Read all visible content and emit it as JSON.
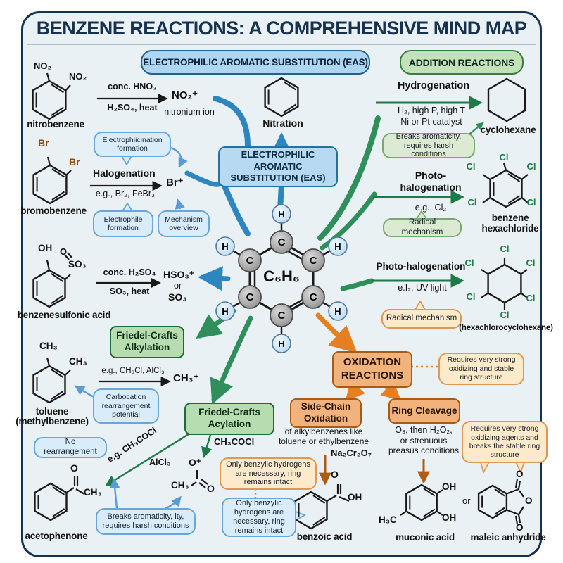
{
  "title": "BENZENE REACTIONS: A COMPREHENSIVE MIND MAP",
  "headers": {
    "eas": "ELECTROPHILIC AROMATIC SUBSTITUTION (EAS)",
    "addition": "ADDITION REACTIONS"
  },
  "center": {
    "eas_line1": "ELECTROPHILIC AROMATIC",
    "eas_line2": "SUBSTITUTION (EAS)",
    "nitration": "Nitration",
    "formula": "C₆H₆",
    "atom_c": "C",
    "atom_h": "H"
  },
  "nitration": {
    "reagent_top": "conc. HNO₃",
    "reagent_bottom": "H₂SO₄, heat",
    "product": "NO₂⁺",
    "product_note": "nitronium ion",
    "molecule": "nitrobenzene",
    "sub_top": "NO₂",
    "sub_right": "NO₂"
  },
  "halogenation": {
    "title": "Halogenation",
    "reagents": "e.g., Br₂, FeBr₃",
    "product": "Br⁺",
    "molecule": "bromobenzene",
    "sub_top": "Br",
    "sub_right": "Br",
    "bubble_formation": "Electrophiicination formation",
    "bubble_electrophile": "Electrophile formation",
    "bubble_mechanism": "Mechanism overview"
  },
  "sulfonation": {
    "reagent_top": "conc. H₂SO₄",
    "reagent_bottom": "SO₃, heat",
    "product_1": "HSO₃⁺",
    "or": "or",
    "product_2": "SO₃",
    "molecule": "benzenesulfonic acid",
    "sub_oh": "OH",
    "sub_o": "O",
    "sub_so3": "SO₃"
  },
  "alkylation": {
    "box_line1": "Friedel-Crafts",
    "box_line2": "Alkylation",
    "reagents": "e.g., CH₃Cl, AlCl₃",
    "product": "CH₃⁺",
    "molecule_line1": "toluene",
    "molecule_line2": "(methylbenzene)",
    "sub_top": "CH₃",
    "sub_right": "CH₃",
    "bubble_carbocation": "Carbocation rearrangement potential",
    "bubble_no_rearrangement": "No rearrangement"
  },
  "acylation": {
    "box_line1": "Friedel-Crafts",
    "box_line2": "Acylation",
    "diag_label": "e.g. CH₃COCl",
    "alcl3": "AlCl₃",
    "down_label": "CH₃COCl",
    "acylium_o": "O⁺",
    "acylium_ch3": "CH₃",
    "acylium_o2": "O",
    "molecule": "acetophenone",
    "molecule_o": "O",
    "molecule_ch3": "CH₃",
    "bubble_breaks": "Breaks aromaticity, ity, requires harsh conditions"
  },
  "hydrogenation": {
    "title": "Hydrogenation",
    "cond_line1": "H₂, high P, high T",
    "cond_line2": "Ni or Pt catalyst",
    "bubble": "Breaks aromaticity, requires harsh conditions",
    "product": "cyclohexane"
  },
  "photohalogenation1": {
    "title_line1": "Photo-",
    "title_line2": "halogenation",
    "reagents": "e.g., Cl₂",
    "bubble": "Radical mechanism",
    "product_line1": "benzene",
    "product_line2": "hexachloride",
    "cl": "Cl"
  },
  "photohalogenation2": {
    "title": "Photo-halogenation",
    "reagents": "e.I₂, UV light",
    "bubble": "Radical mechanism",
    "product": "(hexachlorocyclohexane)",
    "cl": "Cl"
  },
  "oxidation": {
    "box_line1": "OXIDATION",
    "box_line2": "REACTIONS",
    "bubble": "Requires very strong oxidizing and stable ring structure"
  },
  "side_chain": {
    "box_line1": "Side-Chain",
    "box_line2": "Oxidation",
    "desc_line1": "of alkylbenzenes like",
    "desc_line2": "toluene or ethylbenzene",
    "reagent": "Na₂Cr₂O₇",
    "bubble_orange": "Only benzylic hydrogens are necessary, ring remains intact",
    "bubble_blue": "Only benzylic hydrogens are necessary, ring remains intact",
    "product": "benzoic acid",
    "o": "O",
    "oh": "OH"
  },
  "ring_cleavage": {
    "box": "Ring Cleavage",
    "cond_line1": "O₃, then H₂O₂,",
    "cond_line2": "or strenuous",
    "cond_line3": "preasus conditions",
    "bubble": "Requires very strong oxidizing agents and breaks the stable ring structure",
    "product_1": "muconic acid",
    "or": "or",
    "product_2": "maleic anhydride",
    "oh_top": "OH",
    "oh_bottom": "OH",
    "h3c": "H₃C",
    "o_top": "O",
    "o_mid": "O",
    "o_bottom": "O"
  },
  "colors": {
    "navy": "#16324f",
    "blue": "#2e86c1",
    "green": "#1e7a46",
    "orange": "#e67e22",
    "bromine": "#8a4a10",
    "chlorine": "#1e7a46"
  }
}
